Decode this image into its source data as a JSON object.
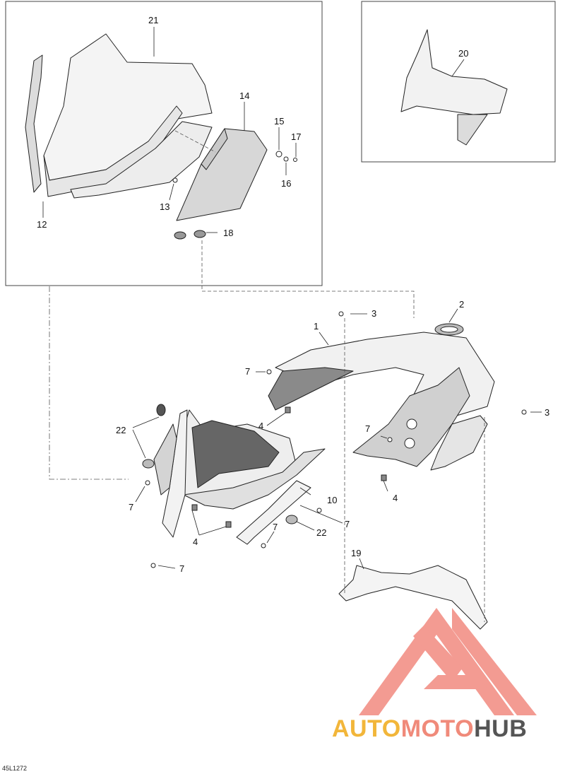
{
  "diagram": {
    "reference_code": "45L1272",
    "callouts": {
      "c1": "1",
      "c2": "2",
      "c3a": "3",
      "c3b": "3",
      "c4a": "4",
      "c4b": "4",
      "c4c": "4",
      "c7a": "7",
      "c7b": "7",
      "c7c": "7",
      "c7d": "7",
      "c7e": "7",
      "c7f": "7",
      "c10": "10",
      "c12": "12",
      "c13": "13",
      "c14": "14",
      "c15": "15",
      "c16": "16",
      "c17": "17",
      "c18": "18",
      "c19": "19",
      "c20": "20",
      "c21": "21",
      "c22a": "22",
      "c22b": "22"
    }
  },
  "watermark": {
    "word1": "AUTO",
    "word2": "MOTO",
    "word3": "HUB",
    "colors": {
      "auto": "#f2b63a",
      "moto": "#f08a7a",
      "hub": "#555555",
      "logo": "#f28a80"
    }
  }
}
